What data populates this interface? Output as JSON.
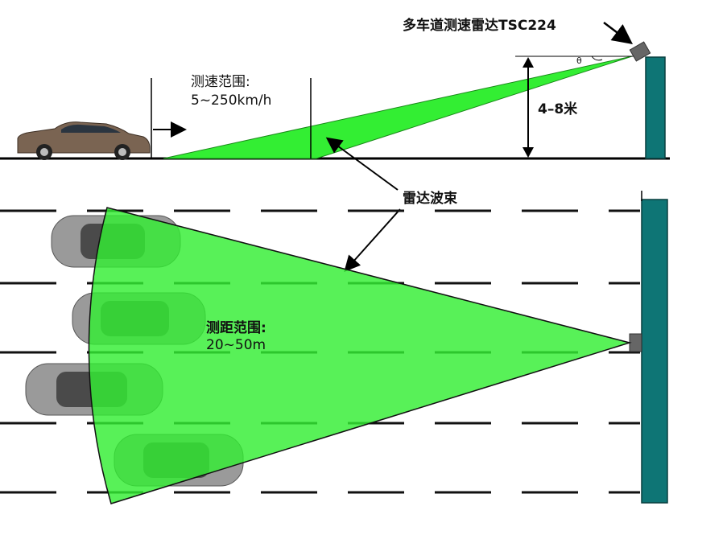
{
  "labels": {
    "radar_name": "多车道测速雷达TSC224",
    "speed_range_title": "测速范围:",
    "speed_range_value": "5~250km/h",
    "mount_height": "4–8米",
    "theta": "θ",
    "radar_beam": "雷达波束",
    "distance_range_title": "测距范围:",
    "distance_range_value": "20~50m"
  },
  "colors": {
    "beam_fill": "#33EE33",
    "pole_fill": "#0E7575",
    "radar_box": "#666666",
    "lane_marking": "#111111",
    "car_side_body": "#7A6452",
    "car_topdown_body": "#9A9A9A"
  },
  "icons": {
    "car_side": "car-side-view-icon",
    "car_top": "car-top-view-icon",
    "radar": "radar-sensor-icon",
    "arrow": "arrow-icon"
  }
}
